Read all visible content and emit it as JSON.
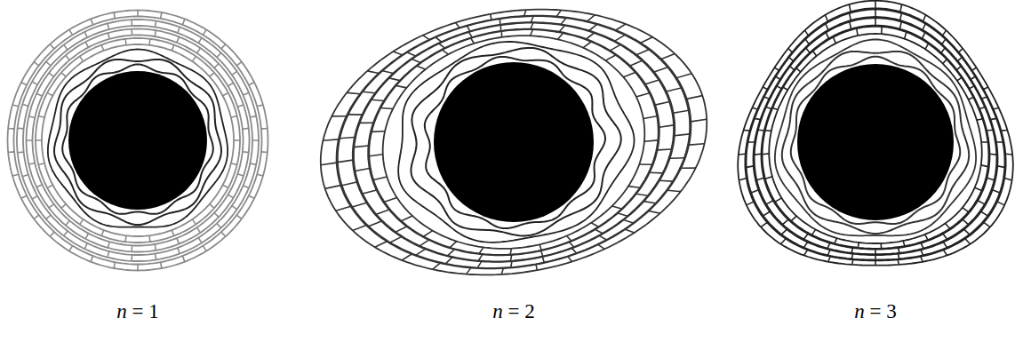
{
  "diagram": {
    "labels": [
      "n = 1",
      "n = 2",
      "n = 3"
    ]
  }
}
